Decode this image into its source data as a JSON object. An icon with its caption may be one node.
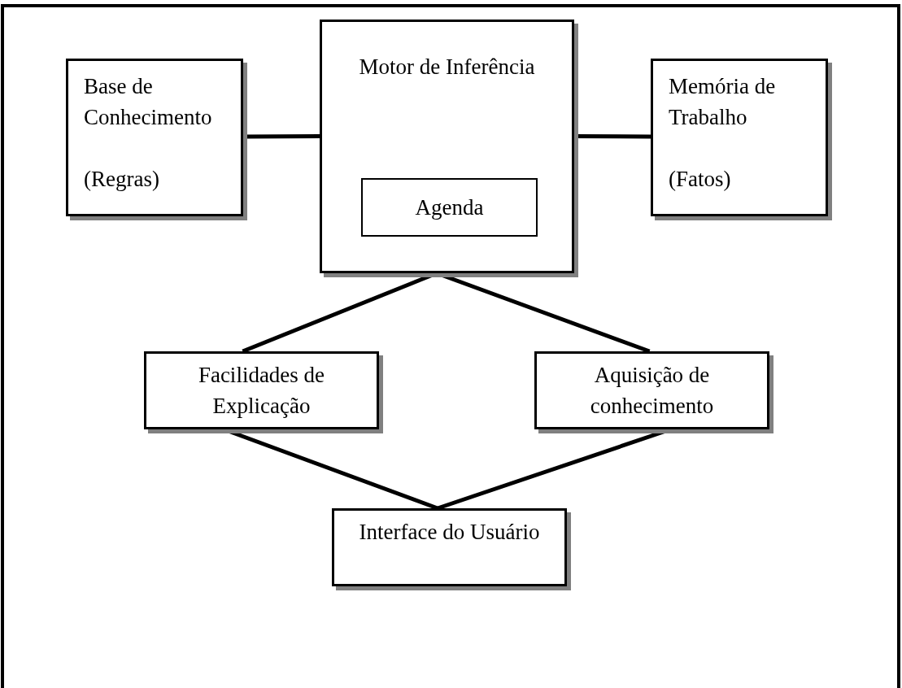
{
  "diagram": {
    "nodes": [
      {
        "text": [
          "Base de Conhecimento",
          "(Regras)"
        ]
      },
      {
        "text": [
          "Motor de Inferência"
        ]
      },
      {
        "text": [
          "Agenda"
        ],
        "in": 1
      },
      {
        "text": [
          "Memória de Trabalho",
          "(Fatos)"
        ]
      },
      {
        "text": [
          "Facilidades de Explicação"
        ]
      },
      {
        "text": [
          "Aquisição de conhecimento"
        ]
      },
      {
        "text": [
          "Interface do Usuário"
        ]
      }
    ],
    "edges": [
      {
        "from": 0,
        "to": 1,
        "arrow": "none"
      },
      {
        "from": 1,
        "to": 3,
        "arrow": "none"
      },
      {
        "from": 1,
        "to": 4,
        "arrow": "none"
      },
      {
        "from": 1,
        "to": 5,
        "arrow": "none"
      },
      {
        "from": 4,
        "to": 6,
        "arrow": "none"
      },
      {
        "from": 5,
        "to": 6,
        "arrow": "none"
      }
    ]
  }
}
